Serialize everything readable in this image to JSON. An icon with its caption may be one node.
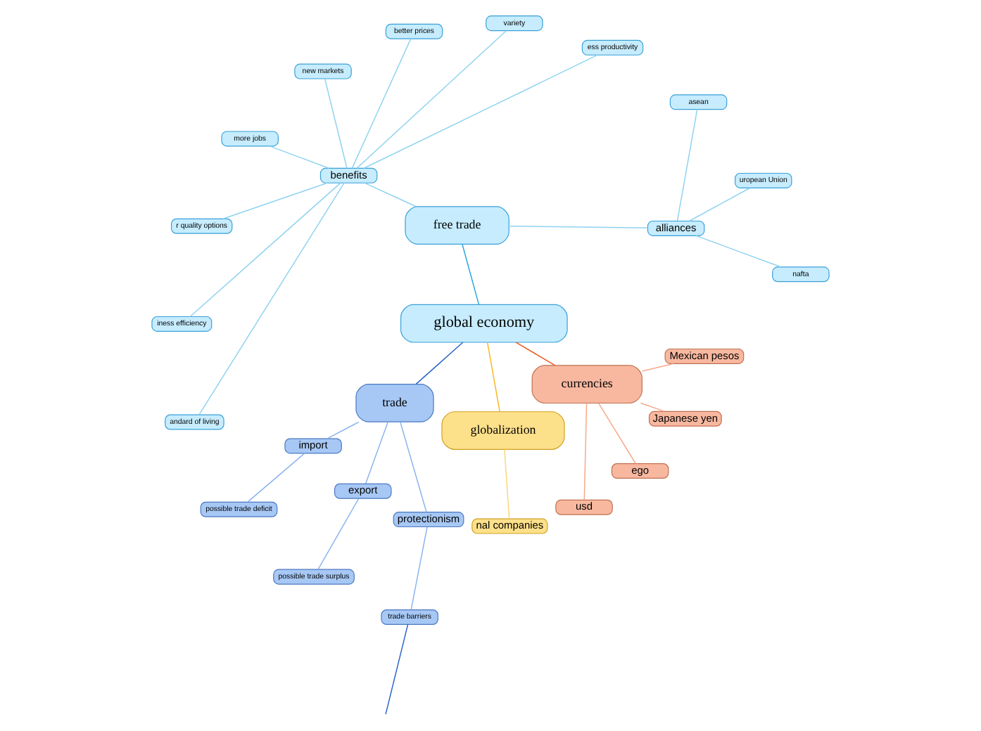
{
  "diagram": {
    "nodes": [
      {
        "text": [
          "global economy"
        ]
      },
      {
        "text": [
          "free trade"
        ]
      },
      {
        "text": [
          "alliances"
        ]
      },
      {
        "text": [
          "nafta"
        ]
      },
      {
        "text": [
          "uropean Union"
        ]
      },
      {
        "text": [
          "asean"
        ]
      },
      {
        "text": [
          "benefits"
        ]
      },
      {
        "text": [
          "ess productivity"
        ]
      },
      {
        "text": [
          "variety"
        ]
      },
      {
        "text": [
          "better prices"
        ]
      },
      {
        "text": [
          "new markets"
        ]
      },
      {
        "text": [
          "more jobs"
        ]
      },
      {
        "text": [
          "r quality options"
        ]
      },
      {
        "text": [
          "iness efficiency"
        ]
      },
      {
        "text": [
          "andard of living"
        ]
      },
      {
        "text": [
          "trade"
        ]
      },
      {
        "text": [
          "import"
        ]
      },
      {
        "text": [
          "possible trade deficit"
        ]
      },
      {
        "text": [
          "export"
        ]
      },
      {
        "text": [
          "possible trade surplus"
        ]
      },
      {
        "text": [
          "protectionism"
        ]
      },
      {
        "text": [
          "trade barriers"
        ]
      },
      {
        "text": [
          "globalization"
        ]
      },
      {
        "text": [
          "nal companies"
        ]
      },
      {
        "text": [
          "currencies"
        ]
      },
      {
        "text": [
          "usd"
        ]
      },
      {
        "text": [
          "ego"
        ]
      },
      {
        "text": [
          "Japanese yen"
        ]
      },
      {
        "text": [
          "Mexican pesos"
        ]
      }
    ],
    "edges": [
      {
        "from": 0,
        "to": 1,
        "arrow": "none",
        "color": "#29a8e0"
      },
      {
        "from": 1,
        "to": 2,
        "arrow": "none",
        "color": "#8fd3f0"
      },
      {
        "from": 2,
        "to": 3,
        "arrow": "none",
        "color": "#8fd3f0"
      },
      {
        "from": 2,
        "to": 4,
        "arrow": "none",
        "color": "#8fd3f0"
      },
      {
        "from": 2,
        "to": 5,
        "arrow": "none",
        "color": "#8fd3f0"
      },
      {
        "from": 1,
        "to": 6,
        "arrow": "none",
        "color": "#8fd3f0"
      },
      {
        "from": 6,
        "to": 7,
        "arrow": "none",
        "color": "#8fd3f0"
      },
      {
        "from": 6,
        "to": 8,
        "arrow": "none",
        "color": "#8fd3f0"
      },
      {
        "from": 6,
        "to": 9,
        "arrow": "none",
        "color": "#8fd3f0"
      },
      {
        "from": 6,
        "to": 10,
        "arrow": "none",
        "color": "#8fd3f0"
      },
      {
        "from": 6,
        "to": 11,
        "arrow": "none",
        "color": "#8fd3f0"
      },
      {
        "from": 6,
        "to": 12,
        "arrow": "none",
        "color": "#8fd3f0"
      },
      {
        "from": 6,
        "to": 13,
        "arrow": "none",
        "color": "#8fd3f0"
      },
      {
        "from": 6,
        "to": 14,
        "arrow": "none",
        "color": "#8fd3f0"
      },
      {
        "from": 0,
        "to": 15,
        "arrow": "none",
        "color": "#2a64c8"
      },
      {
        "from": 15,
        "to": 16,
        "arrow": "none",
        "color": "#8ab4f0"
      },
      {
        "from": 16,
        "to": 17,
        "arrow": "none",
        "color": "#8ab4f0"
      },
      {
        "from": 15,
        "to": 18,
        "arrow": "none",
        "color": "#8ab4f0"
      },
      {
        "from": 18,
        "to": 19,
        "arrow": "none",
        "color": "#8ab4f0"
      },
      {
        "from": 15,
        "to": 20,
        "arrow": "none",
        "color": "#8ab4f0"
      },
      {
        "from": 20,
        "to": 21,
        "arrow": "none",
        "color": "#8ab4f0"
      },
      {
        "from": 21,
        "to": null,
        "arrow": "none",
        "color": "#2a64c8"
      },
      {
        "from": 0,
        "to": 22,
        "arrow": "none",
        "color": "#f8b820"
      },
      {
        "from": 22,
        "to": 23,
        "arrow": "none",
        "color": "#fbd77a"
      },
      {
        "from": 0,
        "to": 24,
        "arrow": "none",
        "color": "#e85a20"
      },
      {
        "from": 24,
        "to": 25,
        "arrow": "none",
        "color": "#f8a888"
      },
      {
        "from": 24,
        "to": 26,
        "arrow": "none",
        "color": "#f8a888"
      },
      {
        "from": 24,
        "to": 27,
        "arrow": "none",
        "color": "#f8a888"
      },
      {
        "from": 24,
        "to": 28,
        "arrow": "none",
        "color": "#f8a888"
      }
    ]
  }
}
